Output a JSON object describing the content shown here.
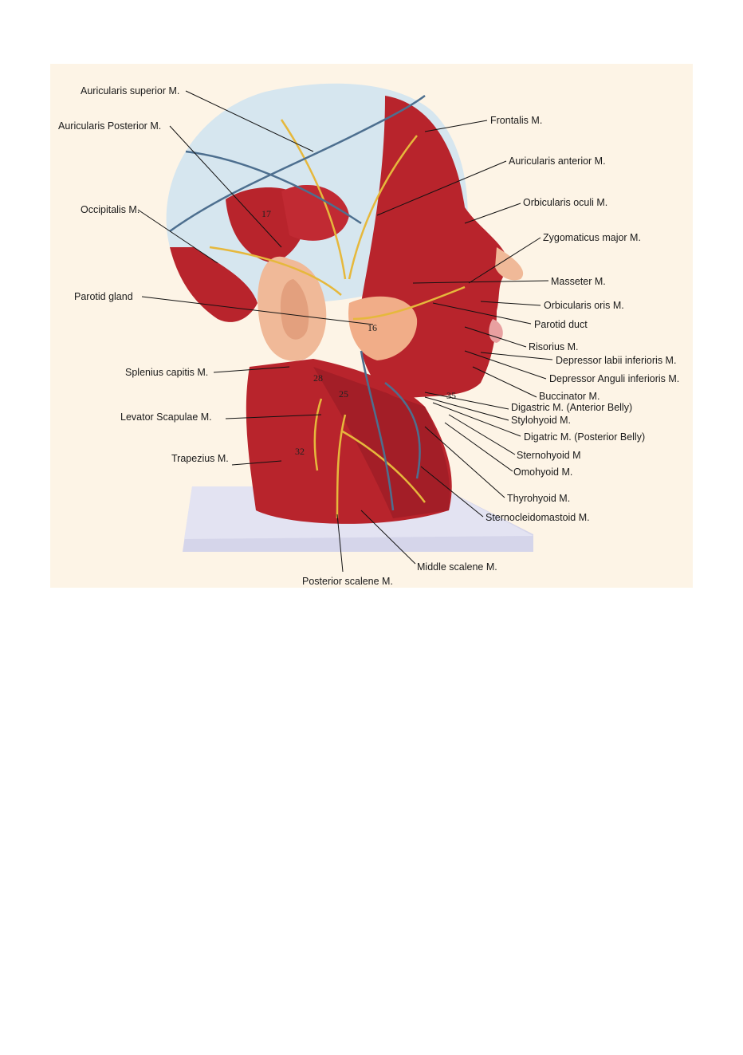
{
  "figure": {
    "background": "#fdf4e6",
    "colors": {
      "muscle": "#b8242c",
      "muscle_dark": "#8e1a22",
      "skull": "#d6e6ef",
      "ear": "#f0b998",
      "gland": "#f1ad88",
      "nerve": "#e6b83c",
      "vein": "#4d6f8f",
      "base": "#d5d5ea"
    },
    "labels": {
      "auricularis_superior": "Auricularis superior M.",
      "auricularis_posterior": "Auricularis Posterior M.",
      "occipitalis": "Occipitalis M.",
      "parotid_gland": "Parotid gland",
      "splenius_capitis": "Splenius capitis M.",
      "levator_scapulae": "Levator Scapulae M.",
      "trapezius": "Trapezius M.",
      "posterior_scalene": "Posterior scalene M.",
      "middle_scalene": "Middle scalene M.",
      "frontalis": "Frontalis M.",
      "auricularis_anterior": "Auricularis anterior M.",
      "orbicularis_oculi": "Orbicularis oculi M.",
      "zygomaticus_major": "Zygomaticus major M.",
      "masseter": "Masseter M.",
      "orbicularis_oris": "Orbicularis oris M.",
      "parotid_duct": "Parotid duct",
      "risorius": "Risorius M.",
      "depressor_labii": "Depressor labii inferioris M.",
      "depressor_anguli": "Depressor Anguli inferioris M.",
      "buccinator": "Buccinator M.",
      "digastric_anterior": "Digastric M. (Anterior Belly)",
      "stylohyoid": "Stylohyoid M.",
      "digastric_posterior": "Digatric M. (Posterior Belly)",
      "sternohyoid": "Sternohyoid M",
      "omohyoid": "Omohyoid M.",
      "thyrohyoid": "Thyrohyoid M.",
      "sternocleidomastoid": "Sternocleidomastoid M."
    },
    "model_numbers": {
      "n16": "16",
      "n17": "17",
      "n25": "25",
      "n35": "35",
      "n28": "28",
      "n32": "32"
    }
  }
}
